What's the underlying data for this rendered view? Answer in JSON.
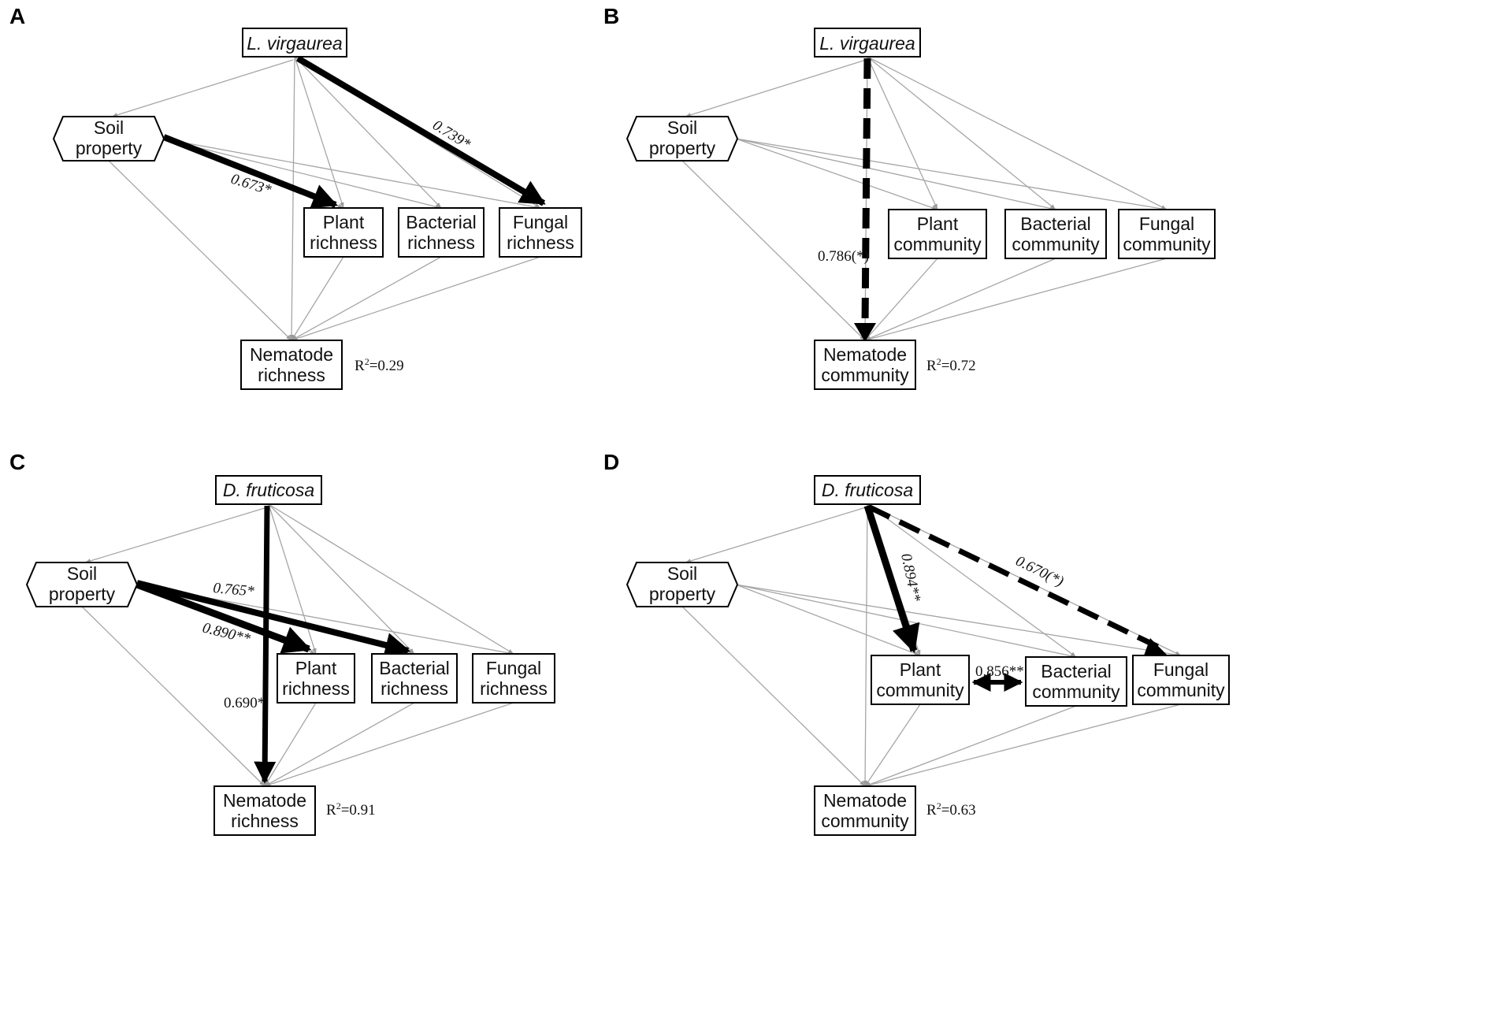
{
  "panels": [
    {
      "letter": "A",
      "top": "L. virgaurea",
      "soil": [
        "Soil",
        "property"
      ],
      "plant": [
        "Plant",
        "richness"
      ],
      "bacterial": [
        "Bacterial",
        "richness"
      ],
      "fungal": [
        "Fungal",
        "richness"
      ],
      "nematode": [
        "Nematode",
        "richness"
      ],
      "r2_label": "R",
      "r2_sup": "2",
      "r2_value": "=0.29",
      "significant_paths": [
        {
          "from": "top",
          "to": "fungal",
          "label": "0.739*",
          "style": "solid"
        },
        {
          "from": "soil",
          "to": "plant",
          "label": "0.673*",
          "style": "solid"
        }
      ]
    },
    {
      "letter": "B",
      "top": "L. virgaurea",
      "soil": [
        "Soil",
        "property"
      ],
      "plant": [
        "Plant",
        "community"
      ],
      "bacterial": [
        "Bacterial",
        "community"
      ],
      "fungal": [
        "Fungal",
        "community"
      ],
      "nematode": [
        "Nematode",
        "community"
      ],
      "r2_label": "R",
      "r2_sup": "2",
      "r2_value": "=0.72",
      "significant_paths": [
        {
          "from": "top",
          "to": "nematode",
          "label": "0.786(*)",
          "style": "dashed"
        }
      ]
    },
    {
      "letter": "C",
      "top": "D. fruticosa",
      "soil": [
        "Soil",
        "property"
      ],
      "plant": [
        "Plant",
        "richness"
      ],
      "bacterial": [
        "Bacterial",
        "richness"
      ],
      "fungal": [
        "Fungal",
        "richness"
      ],
      "nematode": [
        "Nematode",
        "richness"
      ],
      "r2_label": "R",
      "r2_sup": "2",
      "r2_value": "=0.91",
      "significant_paths": [
        {
          "from": "soil",
          "to": "bacterial",
          "label": "0.765*",
          "style": "solid"
        },
        {
          "from": "soil",
          "to": "plant",
          "label": "0.890**",
          "style": "solid"
        },
        {
          "from": "top",
          "to": "nematode",
          "label": "0.690*",
          "style": "solid"
        }
      ]
    },
    {
      "letter": "D",
      "top": "D. fruticosa",
      "soil": [
        "Soil",
        "property"
      ],
      "plant": [
        "Plant",
        "community"
      ],
      "bacterial": [
        "Bacterial",
        "community"
      ],
      "fungal": [
        "Fungal",
        "community"
      ],
      "nematode": [
        "Nematode",
        "community"
      ],
      "r2_label": "R",
      "r2_sup": "2",
      "r2_value": "=0.63",
      "significant_paths": [
        {
          "from": "top",
          "to": "plant",
          "label": "0.894**",
          "style": "solid"
        },
        {
          "from": "top",
          "to": "fungal",
          "label": "0.670(*)",
          "style": "dashed"
        },
        {
          "from": "plant",
          "to": "bacterial",
          "label": "0.856**",
          "style": "double-arrow"
        }
      ]
    }
  ]
}
